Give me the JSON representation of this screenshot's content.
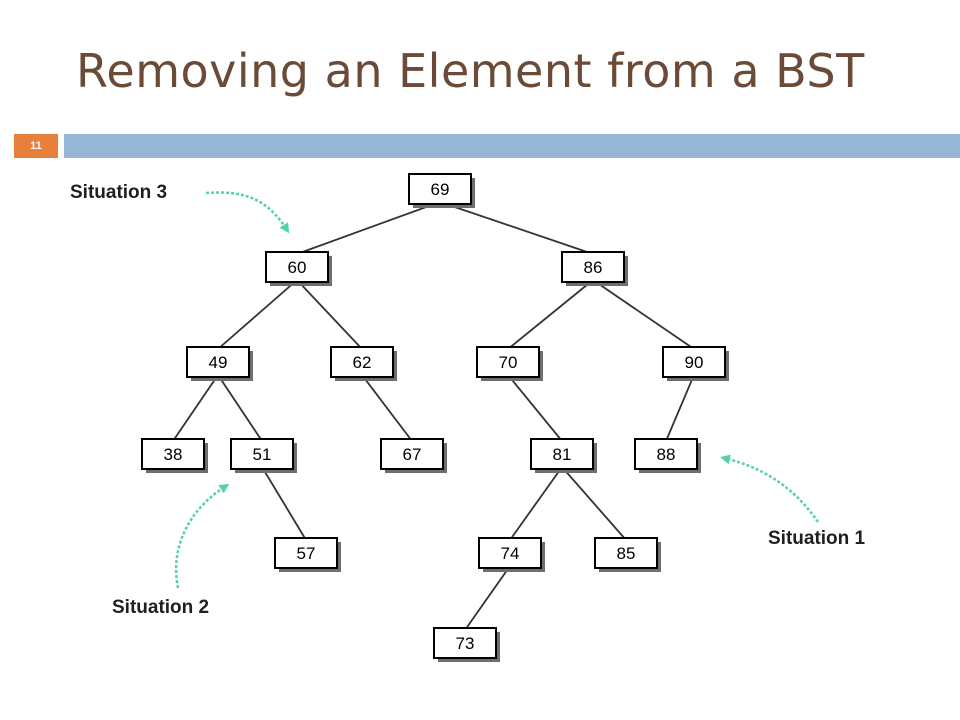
{
  "slide": {
    "title": "Removing an Element from a BST",
    "number": "11"
  },
  "tree": {
    "nodes": [
      {
        "id": "n69",
        "label": "69"
      },
      {
        "id": "n60",
        "label": "60"
      },
      {
        "id": "n86",
        "label": "86"
      },
      {
        "id": "n49",
        "label": "49"
      },
      {
        "id": "n62",
        "label": "62"
      },
      {
        "id": "n70",
        "label": "70"
      },
      {
        "id": "n90",
        "label": "90"
      },
      {
        "id": "n38",
        "label": "38"
      },
      {
        "id": "n51",
        "label": "51"
      },
      {
        "id": "n67",
        "label": "67"
      },
      {
        "id": "n81",
        "label": "81"
      },
      {
        "id": "n88",
        "label": "88"
      },
      {
        "id": "n57",
        "label": "57"
      },
      {
        "id": "n74",
        "label": "74"
      },
      {
        "id": "n85",
        "label": "85"
      },
      {
        "id": "n73",
        "label": "73"
      }
    ],
    "edges": [
      [
        "n69",
        "n60"
      ],
      [
        "n69",
        "n86"
      ],
      [
        "n60",
        "n49"
      ],
      [
        "n60",
        "n62"
      ],
      [
        "n86",
        "n70"
      ],
      [
        "n86",
        "n90"
      ],
      [
        "n49",
        "n38"
      ],
      [
        "n49",
        "n51"
      ],
      [
        "n62",
        "n67"
      ],
      [
        "n70",
        "n81"
      ],
      [
        "n90",
        "n88"
      ],
      [
        "n51",
        "n57"
      ],
      [
        "n81",
        "n74"
      ],
      [
        "n81",
        "n85"
      ],
      [
        "n74",
        "n73"
      ]
    ]
  },
  "callouts": [
    {
      "id": "situation-3",
      "label": "Situation 3"
    },
    {
      "id": "situation-2",
      "label": "Situation 2"
    },
    {
      "id": "situation-1",
      "label": "Situation 1"
    }
  ],
  "colors": {
    "title": "#6b4a37",
    "accent_orange": "#e6803a",
    "rule_blue": "#96b6d6",
    "arrow_green": "#55d4a2"
  }
}
